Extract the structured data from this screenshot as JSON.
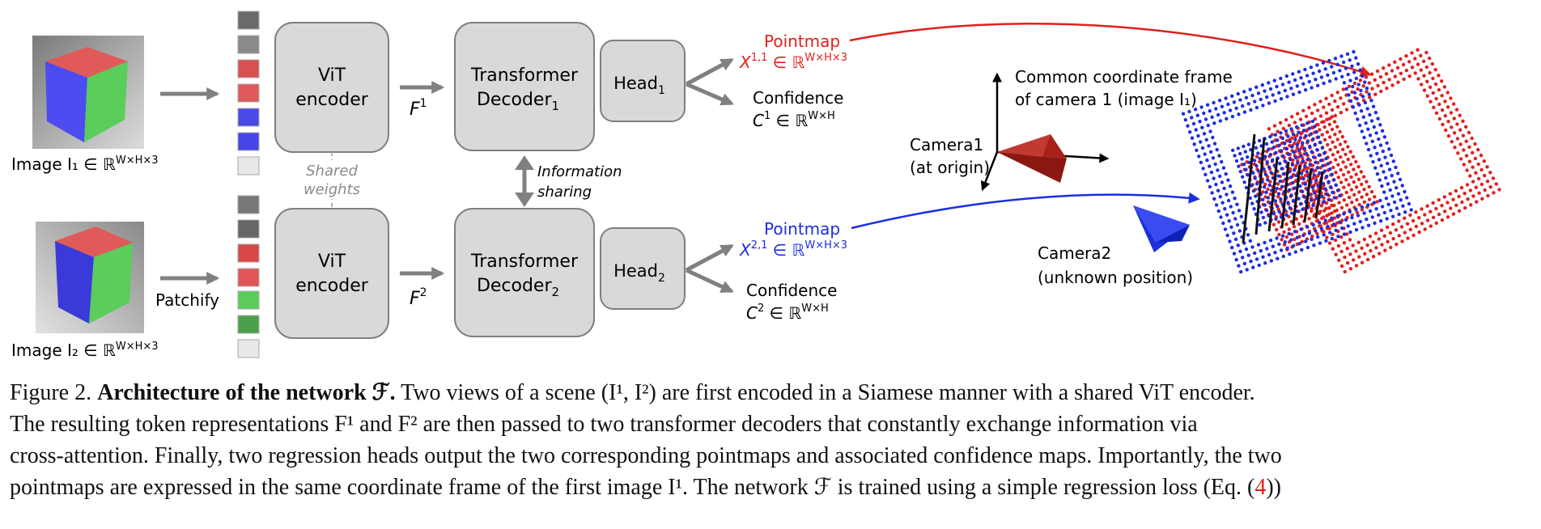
{
  "inputs": {
    "image1_label": "Image I₁ ∈ ℝ",
    "image1_sup": "W×H×3",
    "image2_label": "Image I₂ ∈ ℝ",
    "image2_sup": "W×H×3",
    "patchify": "Patchify"
  },
  "encoder": {
    "line1": "ViT",
    "line2": "encoder",
    "shared_line1": "Shared",
    "shared_line2": "weights"
  },
  "features": {
    "f1": "F",
    "f1_sup": "1",
    "f2": "F",
    "f2_sup": "2"
  },
  "decoder": {
    "line1": "Transformer",
    "line2": "Decoder",
    "sub1": "1",
    "sub2": "2",
    "info_line1": "Information",
    "info_line2": "sharing"
  },
  "head": {
    "label": "Head",
    "sub1": "1",
    "sub2": "2"
  },
  "outputs": {
    "pointmap": "Pointmap",
    "pm1_math": "X",
    "pm1_sup": "1,1",
    "pm1_rest": " ∈ ℝ",
    "pm2_math": "X",
    "pm2_sup": "2,1",
    "pm2_rest": " ∈ ℝ",
    "pm_dims": "W×H×3",
    "confidence": "Confidence",
    "c1_math": "C",
    "c1_sup": "1",
    "c2_math": "C",
    "c2_sup": "2",
    "c_rest": " ∈ ℝ",
    "c_dims": "W×H"
  },
  "scene": {
    "frame_line1": "Common coordinate frame",
    "frame_line2": "of camera 1 (image  I₁)",
    "cam1_line1": "Camera1",
    "cam1_line2": "(at origin)",
    "cam2_line1": "Camera2",
    "cam2_line2": "(unknown position)"
  },
  "colors": {
    "red": "#e0201b",
    "blue": "#1c2ee0",
    "box_fill": "#d9d9d9",
    "box_stroke": "#7f7f7f",
    "arrow": "#808080",
    "cam1": "#a8201a",
    "cam2": "#1a2fe0"
  },
  "caption": {
    "fig_label": "Figure 2. ",
    "bold_title": "Architecture of the network ",
    "bold_math": "ℱ.",
    "line1_rest": " Two views of a scene (I¹, I²) are first encoded in a Siamese manner with a shared ViT encoder.",
    "line2": "The resulting token representations F¹ and F² are then passed to two transformer decoders that constantly exchange information via",
    "line3": "cross-attention. Finally, two regression heads output the two corresponding pointmaps and associated confidence maps. Importantly, the two",
    "line4_start": "pointmaps are expressed in the same coordinate frame of the first image I¹. The network ℱ is trained using a simple regression loss (Eq. (",
    "line4_ref": "4",
    "line4_end": "))"
  }
}
